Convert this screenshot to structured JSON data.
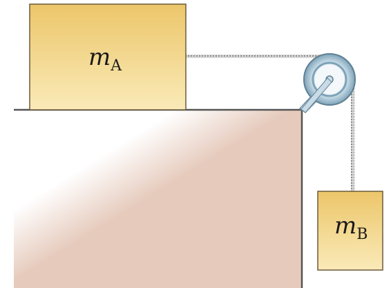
{
  "diagram": {
    "blocks": [
      {
        "id": "A",
        "symbol": "m",
        "subscript": "A"
      },
      {
        "id": "B",
        "symbol": "m",
        "subscript": "B"
      }
    ],
    "colors": {
      "block_fill_top": "#ecc66a",
      "block_fill_bottom": "#faeab8",
      "block_stroke": "#6b5a3a",
      "table_fill": "#e6cbbd",
      "table_edge": "#555555",
      "pulley_ring": "#8fb2c6",
      "pulley_inner": "#f4f8fb",
      "rope": "#9a9a9a"
    }
  }
}
